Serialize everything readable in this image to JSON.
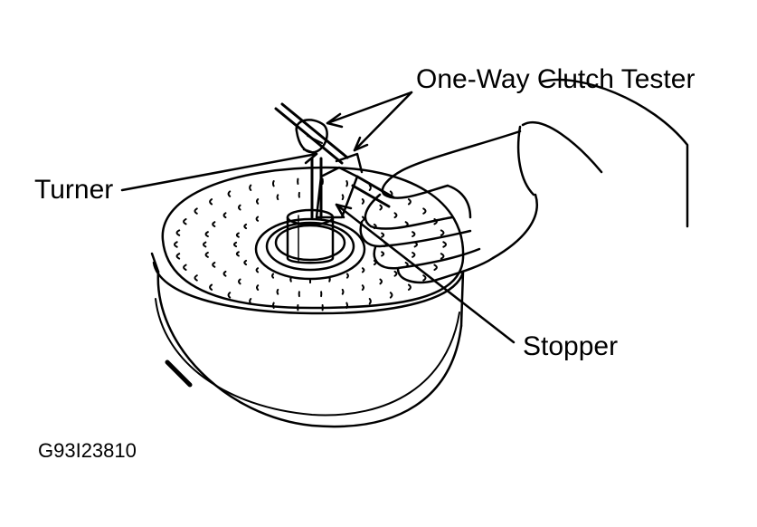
{
  "labels": {
    "one_way_clutch_tester": "One-Way Clutch Tester",
    "turner": "Turner",
    "stopper": "Stopper",
    "figure_code": "G93I23810"
  },
  "colors": {
    "ink": "#000000",
    "paper": "#ffffff"
  },
  "icons": {
    "torque_converter": "torque-converter-illustration",
    "hand": "hand-illustration",
    "tester_tool": "one-way-clutch-tester-tool"
  }
}
